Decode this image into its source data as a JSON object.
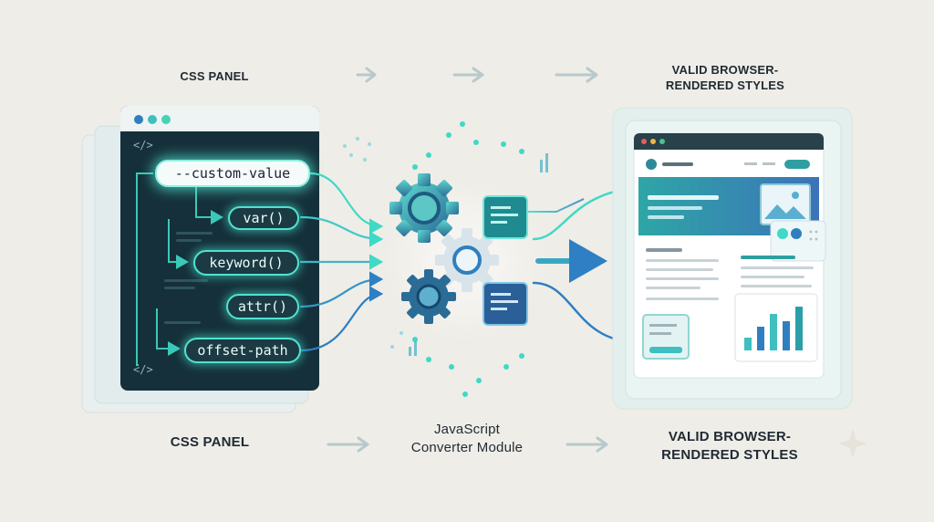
{
  "labels": {
    "top_left": "CSS PANEL",
    "top_right": "VALID BROWSER-\nRENDERED STYLES",
    "bottom_left": "CSS PANEL",
    "bottom_center": "JavaScript\nConverter Module",
    "bottom_right": "VALID BROWSER-\nRENDERED STYLES"
  },
  "code_panel": {
    "open_tag": "</>",
    "close_tag": "</>",
    "items": [
      "--custom-value",
      "var()",
      "keyword()",
      "attr()",
      "offset-path"
    ]
  },
  "colors": {
    "background": "#efede7",
    "panel_dark": "#15303a",
    "accent_teal": "#4fe3cf",
    "accent_blue": "#2f7fc0",
    "text_dark": "#1f2a33"
  },
  "icons": {
    "gears": "gear-icon",
    "modules": "code-module-icon",
    "chart": "bar-chart-icon",
    "image": "image-icon"
  }
}
